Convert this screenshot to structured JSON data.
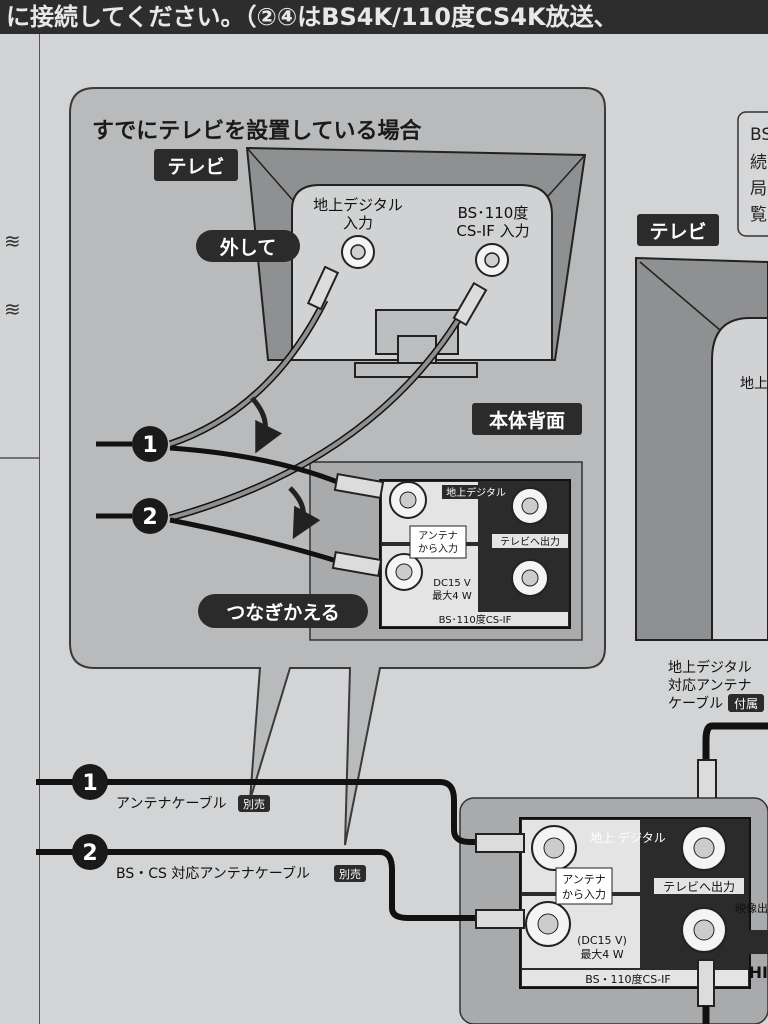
{
  "header": {
    "text": "に接続してください。（②④はBS4K/110度CS4K放送、"
  },
  "callout": {
    "title": "すでにテレビを設置している場合",
    "tv_label": "テレビ",
    "terrestrial_input_line1": "地上デジタル",
    "terrestrial_input_line2": "入力",
    "bs_input_line1": "BS･110度",
    "bs_input_line2": "CS-IF 入力",
    "remove_label": "外して",
    "back_panel_label": "本体背面",
    "reconnect_label": "つなぎかえる",
    "marker_1": "1",
    "marker_2": "2"
  },
  "panel_small": {
    "terrestrial": "地上デジタル",
    "antenna_in": "アンテナから入力",
    "antenna_in_line1": "アンテナ",
    "antenna_in_line2": "から入力",
    "to_tv": "テレビへ出力",
    "dc_line1": "DC15 V",
    "dc_line2": "最大4 W",
    "bs_cs": "BS･110度CS-IF"
  },
  "right_column": {
    "info_lines": [
      "BS",
      "続",
      "局",
      "覧"
    ],
    "tv_label": "テレビ",
    "tv_input_text": "地上",
    "cable_line1": "地上デジタル",
    "cable_line2": "対応アンテナ",
    "cable_line3": "ケーブル",
    "cable_badge": "付属"
  },
  "bottom": {
    "cable1_label": "アンテナケーブル",
    "cable1_badge": "別売",
    "cable2_label": "BS・CS 対応アンテナケーブル",
    "cable2_badge": "別売",
    "panel_terrestrial": "地上 デジタル",
    "panel_antenna_line1": "アンテナ",
    "panel_antenna_line2": "から入力",
    "panel_to_tv": "テレビへ出力",
    "panel_dc_line1": "(DC15 V)",
    "panel_dc_line2": "最大4 W",
    "panel_bs_cs": "BS・110度CS-IF",
    "video_out_text": "映像出",
    "hdmi_text": "HI"
  },
  "left_edge_marks": [
    "≋",
    "≋"
  ]
}
